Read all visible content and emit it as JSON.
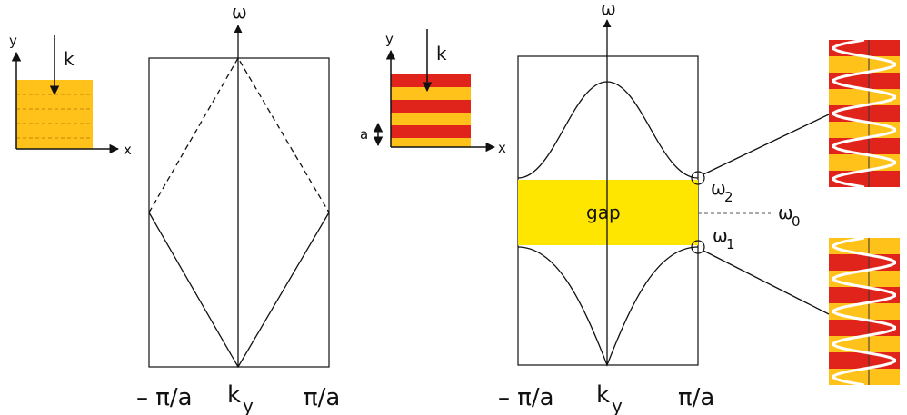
{
  "colors": {
    "yellow": "#ffe600",
    "gold": "#ffc21a",
    "red": "#e0241b",
    "line": "#111111",
    "wave": "#ffffff"
  },
  "left_panel": {
    "inset": {
      "y_label": "y",
      "x_label": "x",
      "k_label": "k",
      "layers": "uniform"
    },
    "axis_label": "ω",
    "band_style": "light line folded at ±π/a, upper branches dashed",
    "ticks": {
      "left": "– π/a",
      "center": "k",
      "center_sub": "y",
      "right": "π/a"
    }
  },
  "right_panel": {
    "inset": {
      "y_label": "y",
      "x_label": "x",
      "k_label": "k",
      "period_label": "a",
      "layers": "alternating red / yellow"
    },
    "axis_label": "ω",
    "gap_label": "gap",
    "omega2": {
      "main": "ω",
      "sub": "2"
    },
    "omega1": {
      "main": "ω",
      "sub": "1"
    },
    "omega0": {
      "main": "ω",
      "sub": "0"
    },
    "ticks": {
      "left": "– π/a",
      "center": "k",
      "center_sub": "y",
      "right": "π/a"
    }
  },
  "mode_profiles": [
    {
      "attached_to": "ω2",
      "field_peaks_in": "yellow layers"
    },
    {
      "attached_to": "ω1",
      "field_peaks_in": "red layers"
    }
  ]
}
